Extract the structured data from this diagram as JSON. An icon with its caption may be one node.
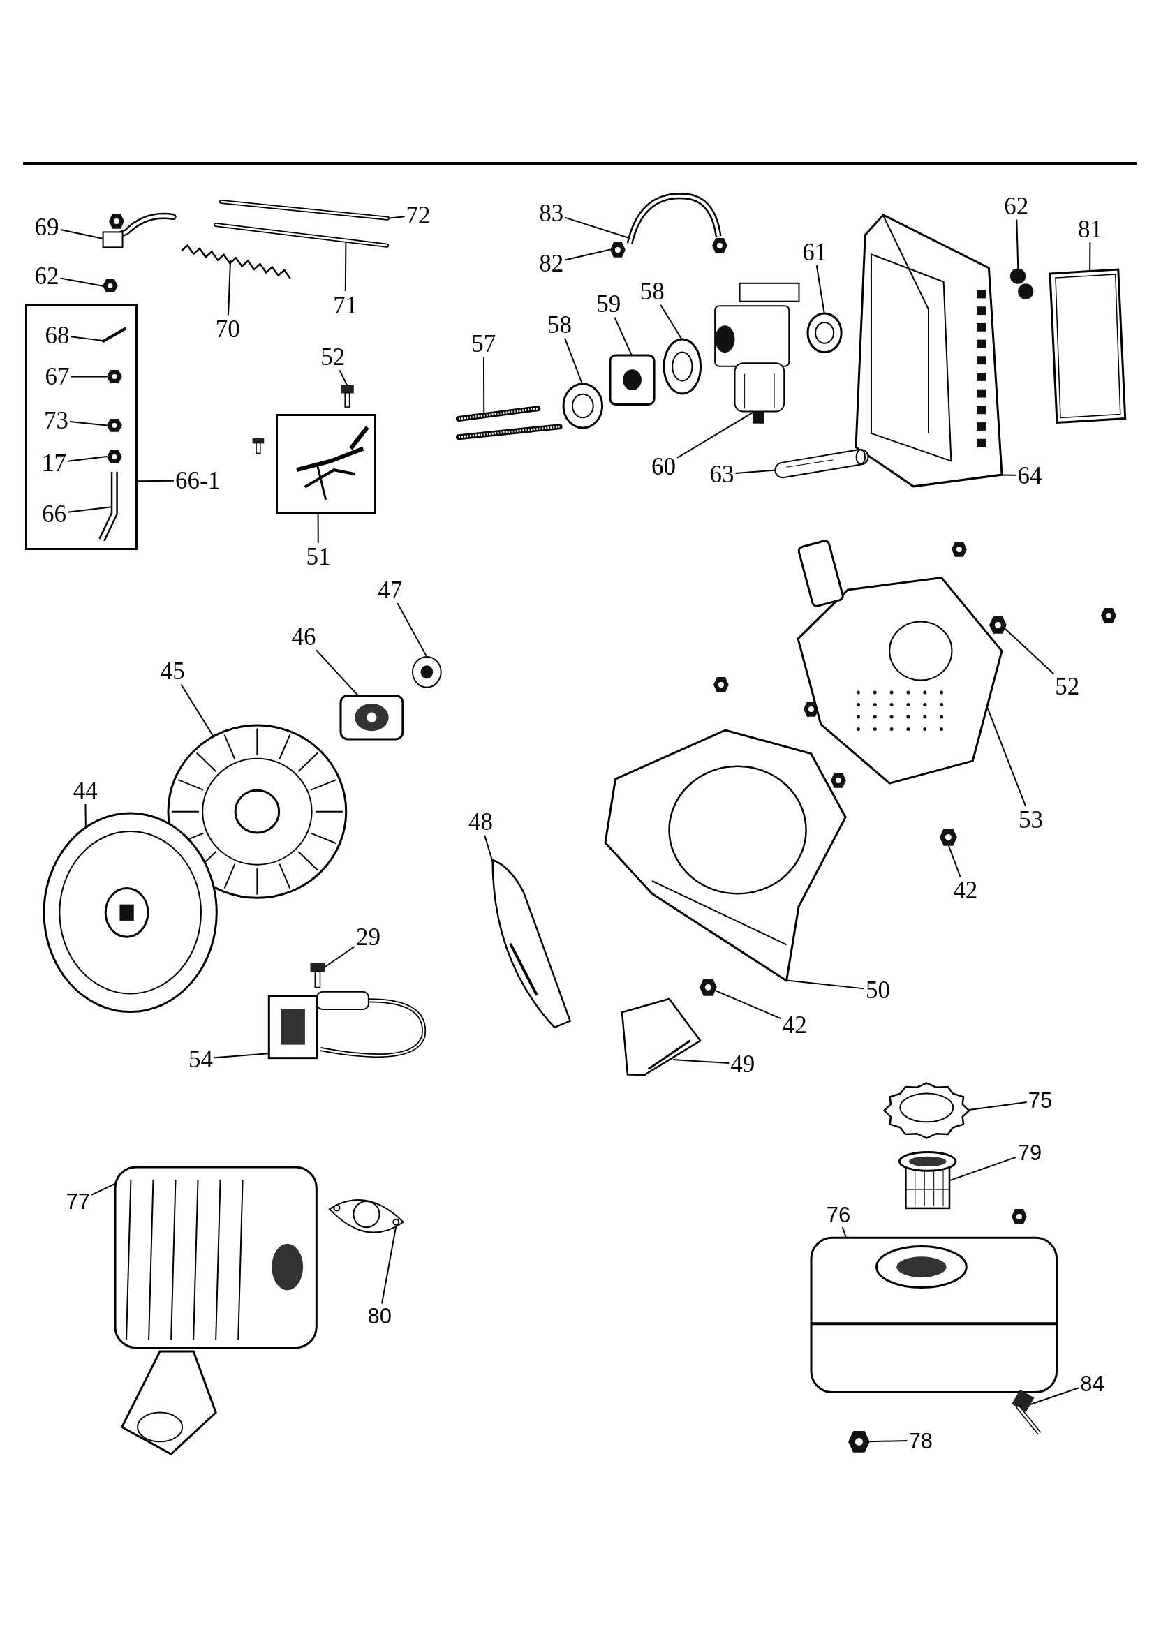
{
  "diagram": {
    "nodes": [
      {
        "text": [
          "69"
        ]
      },
      {
        "text": [],
        "shape": "picture"
      },
      {
        "text": [
          "62"
        ]
      },
      {
        "text": [],
        "shape": "picture"
      },
      {
        "text": [
          "72"
        ]
      },
      {
        "text": [],
        "shape": "picture"
      },
      {
        "text": [
          "71"
        ]
      },
      {
        "text": [],
        "shape": "picture"
      },
      {
        "text": [
          "70"
        ]
      },
      {
        "text": [],
        "shape": "picture"
      },
      {
        "text": [],
        "shape": "box"
      },
      {
        "text": [
          "68"
        ],
        "in": 10
      },
      {
        "text": [],
        "shape": "picture",
        "in": 10
      },
      {
        "text": [
          "67"
        ],
        "in": 10
      },
      {
        "text": [],
        "shape": "picture",
        "in": 10
      },
      {
        "text": [
          "73"
        ],
        "in": 10
      },
      {
        "text": [],
        "shape": "picture",
        "in": 10
      },
      {
        "text": [
          "17"
        ],
        "in": 10
      },
      {
        "text": [],
        "shape": "picture",
        "in": 10
      },
      {
        "text": [
          "66"
        ],
        "in": 10
      },
      {
        "text": [],
        "shape": "picture",
        "in": 10
      },
      {
        "text": [
          "66-1"
        ]
      },
      {
        "text": [
          "52"
        ]
      },
      {
        "text": [],
        "shape": "picture"
      },
      {
        "text": [],
        "shape": "box"
      },
      {
        "text": [],
        "shape": "picture",
        "in": 24
      },
      {
        "text": [
          "51"
        ]
      },
      {
        "text": [
          "83"
        ]
      },
      {
        "text": [],
        "shape": "picture"
      },
      {
        "text": [
          "82"
        ]
      },
      {
        "text": [],
        "shape": "picture"
      },
      {
        "text": [
          "61"
        ]
      },
      {
        "text": [],
        "shape": "picture"
      },
      {
        "text": [
          "62"
        ]
      },
      {
        "text": [],
        "shape": "picture"
      },
      {
        "text": [
          "81"
        ]
      },
      {
        "text": [],
        "shape": "picture"
      },
      {
        "text": [
          "57"
        ]
      },
      {
        "text": [],
        "shape": "picture"
      },
      {
        "text": [
          "58"
        ]
      },
      {
        "text": [],
        "shape": "picture"
      },
      {
        "text": [
          "59"
        ]
      },
      {
        "text": [],
        "shape": "picture"
      },
      {
        "text": [
          "58"
        ]
      },
      {
        "text": [],
        "shape": "picture"
      },
      {
        "text": [],
        "shape": "picture"
      },
      {
        "text": [
          "60"
        ]
      },
      {
        "text": [],
        "shape": "picture"
      },
      {
        "text": [
          "63"
        ]
      },
      {
        "text": [],
        "shape": "picture"
      },
      {
        "text": [
          "64"
        ]
      },
      {
        "text": [
          "47"
        ]
      },
      {
        "text": [],
        "shape": "picture"
      },
      {
        "text": [
          "46"
        ]
      },
      {
        "text": [],
        "shape": "picture"
      },
      {
        "text": [
          "45"
        ]
      },
      {
        "text": [],
        "shape": "picture"
      },
      {
        "text": [
          "44"
        ]
      },
      {
        "text": [],
        "shape": "picture"
      },
      {
        "text": [
          "52"
        ]
      },
      {
        "text": [],
        "shape": "picture"
      },
      {
        "text": [],
        "shape": "picture"
      },
      {
        "text": [
          "53"
        ]
      },
      {
        "text": [
          "48"
        ]
      },
      {
        "text": [],
        "shape": "picture"
      },
      {
        "text": [
          "42"
        ]
      },
      {
        "text": [],
        "shape": "picture"
      },
      {
        "text": [
          "29"
        ]
      },
      {
        "text": [],
        "shape": "picture"
      },
      {
        "text": [],
        "shape": "picture"
      },
      {
        "text": [
          "54"
        ]
      },
      {
        "text": [],
        "shape": "picture"
      },
      {
        "text": [
          "50"
        ]
      },
      {
        "text": [
          "42"
        ]
      },
      {
        "text": [],
        "shape": "picture"
      },
      {
        "text": [],
        "shape": "picture"
      },
      {
        "text": [
          "49"
        ]
      },
      {
        "text": [
          "75"
        ]
      },
      {
        "text": [],
        "shape": "picture"
      },
      {
        "text": [
          "79"
        ]
      },
      {
        "text": [],
        "shape": "picture"
      },
      {
        "text": [
          "77"
        ]
      },
      {
        "text": [],
        "shape": "picture"
      },
      {
        "text": [],
        "shape": "picture"
      },
      {
        "text": [
          "80"
        ]
      },
      {
        "text": [
          "76"
        ]
      },
      {
        "text": [],
        "shape": "picture"
      },
      {
        "text": [
          "84"
        ]
      },
      {
        "text": [],
        "shape": "picture"
      },
      {
        "text": [
          "78"
        ]
      },
      {
        "text": [],
        "shape": "picture"
      }
    ],
    "edges": [
      {
        "from": 0,
        "to": 1,
        "arrow": "none"
      },
      {
        "from": 2,
        "to": 3,
        "arrow": "none"
      },
      {
        "from": 4,
        "to": 5,
        "arrow": "none"
      },
      {
        "from": 6,
        "to": 7,
        "arrow": "none"
      },
      {
        "from": 8,
        "to": 9,
        "arrow": "none"
      },
      {
        "from": 11,
        "to": 12,
        "arrow": "none"
      },
      {
        "from": 13,
        "to": 14,
        "arrow": "none"
      },
      {
        "from": 15,
        "to": 16,
        "arrow": "none"
      },
      {
        "from": 17,
        "to": 18,
        "arrow": "none"
      },
      {
        "from": 19,
        "to": 20,
        "arrow": "none"
      },
      {
        "from": 21,
        "to": 10,
        "arrow": "none"
      },
      {
        "from": 22,
        "to": 23,
        "arrow": "none"
      },
      {
        "from": 26,
        "to": 24,
        "arrow": "none"
      },
      {
        "from": 27,
        "to": 28,
        "arrow": "none"
      },
      {
        "from": 29,
        "to": 30,
        "arrow": "none"
      },
      {
        "from": 31,
        "to": 32,
        "arrow": "none"
      },
      {
        "from": 33,
        "to": 34,
        "arrow": "none"
      },
      {
        "from": 35,
        "to": 36,
        "arrow": "none"
      },
      {
        "from": 37,
        "to": 38,
        "arrow": "none"
      },
      {
        "from": 39,
        "to": 40,
        "arrow": "none"
      },
      {
        "from": 41,
        "to": 42,
        "arrow": "none"
      },
      {
        "from": 43,
        "to": 44,
        "arrow": "none"
      },
      {
        "from": 46,
        "to": 45,
        "arrow": "none"
      },
      {
        "from": 48,
        "to": 49,
        "arrow": "none"
      },
      {
        "from": 50,
        "to": 47,
        "arrow": "none"
      },
      {
        "from": 51,
        "to": 52,
        "arrow": "none"
      },
      {
        "from": 53,
        "to": 54,
        "arrow": "none"
      },
      {
        "from": 55,
        "to": 56,
        "arrow": "none"
      },
      {
        "from": 57,
        "to": 58,
        "arrow": "none"
      },
      {
        "from": 59,
        "to": 60,
        "arrow": "none"
      },
      {
        "from": 62,
        "to": 61,
        "arrow": "none"
      },
      {
        "from": 63,
        "to": 64,
        "arrow": "none"
      },
      {
        "from": 65,
        "to": 66,
        "arrow": "none"
      },
      {
        "from": 67,
        "to": 68,
        "arrow": "none"
      },
      {
        "from": 70,
        "to": 69,
        "arrow": "none"
      },
      {
        "from": 72,
        "to": 71,
        "arrow": "none"
      },
      {
        "from": 73,
        "to": 74,
        "arrow": "none"
      },
      {
        "from": 76,
        "to": 75,
        "arrow": "none"
      },
      {
        "from": 77,
        "to": 78,
        "arrow": "none"
      },
      {
        "from": 79,
        "to": 80,
        "arrow": "none"
      },
      {
        "from": 81,
        "to": 82,
        "arrow": "none"
      },
      {
        "from": 84,
        "to": 83,
        "arrow": "none"
      },
      {
        "from": 85,
        "to": 86,
        "arrow": "none"
      },
      {
        "from": 87,
        "to": 88,
        "arrow": "none"
      },
      {
        "from": 89,
        "to": 90,
        "arrow": "none"
      }
    ]
  }
}
